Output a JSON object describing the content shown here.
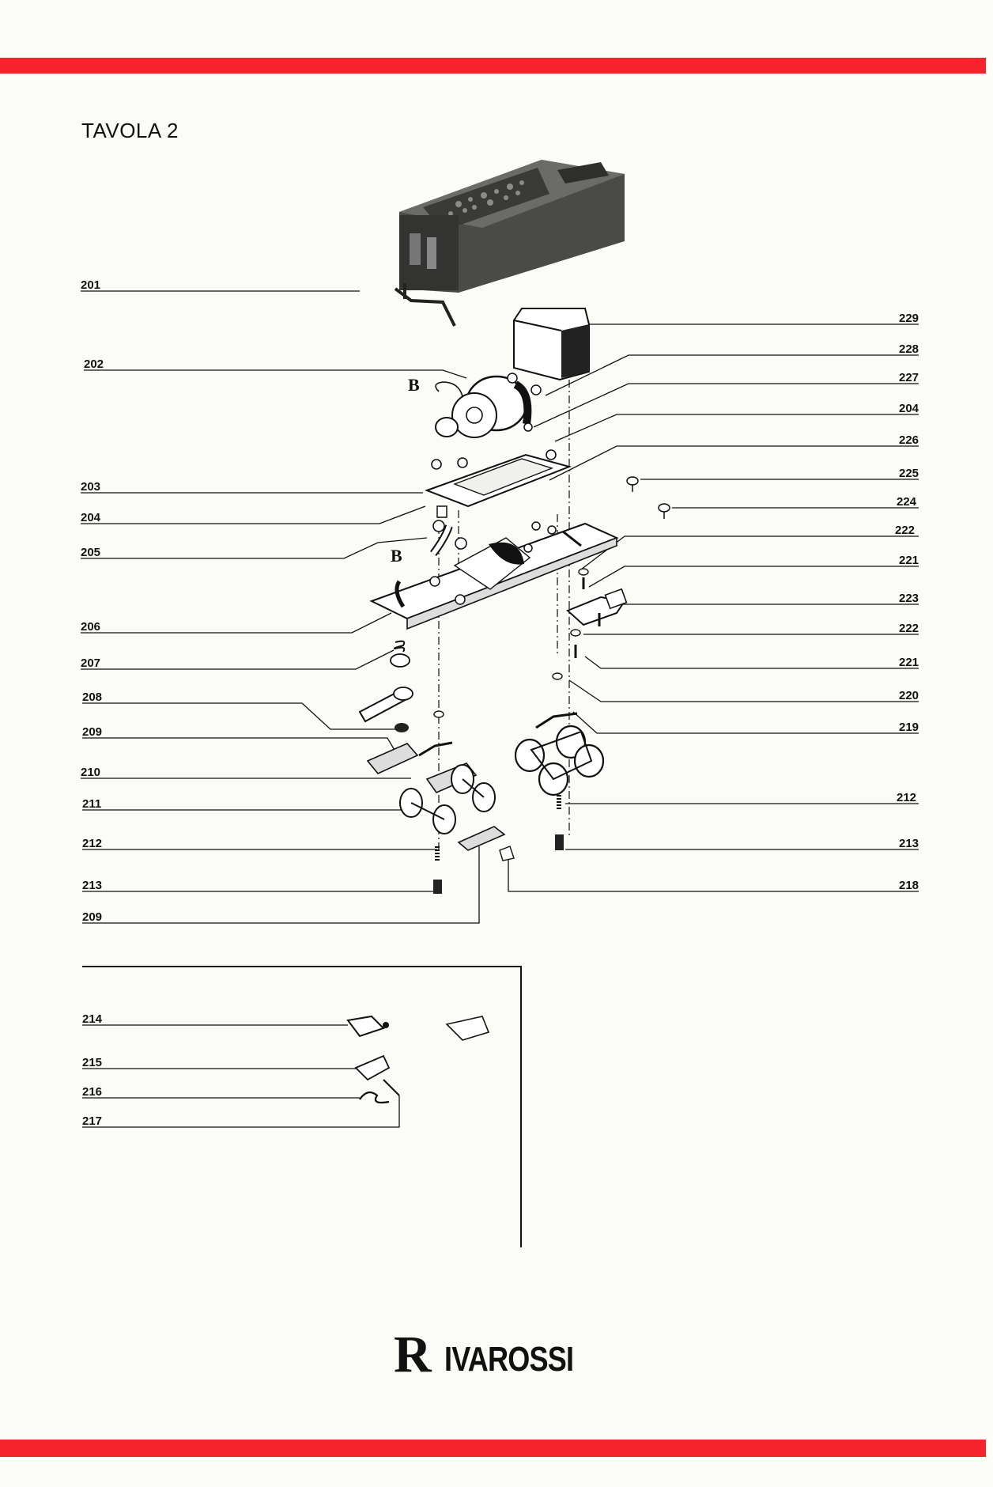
{
  "title": "TAVOLA 2",
  "colors": {
    "band": "#f5232a",
    "ink": "#111111",
    "paper": "#fbfbf7"
  },
  "callouts_left": [
    "201",
    "202",
    "203",
    "204",
    "205",
    "206",
    "207",
    "208",
    "209",
    "210",
    "211",
    "212",
    "213",
    "209"
  ],
  "callouts_right": [
    "229",
    "228",
    "227",
    "204",
    "226",
    "225",
    "224",
    "222",
    "221",
    "223",
    "222",
    "221",
    "220",
    "219",
    "212",
    "213",
    "218"
  ],
  "inset_callouts": [
    "214",
    "215",
    "216",
    "217"
  ],
  "markers": [
    "B",
    "B"
  ],
  "brand": {
    "initial": "R",
    "rest": "IVAROSSI"
  }
}
